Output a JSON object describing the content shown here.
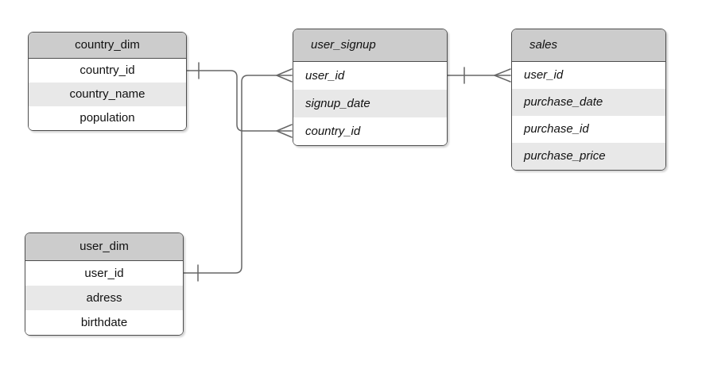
{
  "diagram": {
    "title": "star-schema-er-diagram",
    "colors": {
      "background": "#ffffff",
      "header_fill": "#cccccc",
      "row_fill": "#ffffff",
      "row_alt_fill": "#e8e8e8",
      "border": "#4d4d4d",
      "connector": "#666666",
      "text": "#111111"
    },
    "tables": [
      {
        "title": "country_dim",
        "text_style": "plain-centered",
        "fields": [
          "country_id",
          "country_name",
          "population"
        ]
      },
      {
        "title": "user_signup",
        "text_style": "italic-left",
        "fields": [
          "user_id",
          "signup_date",
          "country_id"
        ]
      },
      {
        "title": "sales",
        "text_style": "italic-left",
        "fields": [
          "user_id",
          "purchase_date",
          "purchase_id",
          "purchase_price"
        ]
      },
      {
        "title": "user_dim",
        "text_style": "plain-centered",
        "fields": [
          "user_id",
          "adress",
          "birthdate"
        ]
      }
    ],
    "relationships": [
      {
        "from": "country_dim.country_id",
        "from_cardinality": "one",
        "to": "user_signup.country_id",
        "to_cardinality": "many",
        "notation": "crow-foot"
      },
      {
        "from": "user_dim.user_id",
        "from_cardinality": "one",
        "to": "user_signup.user_id",
        "to_cardinality": "many",
        "notation": "crow-foot"
      },
      {
        "from": "user_signup.user_id",
        "from_cardinality": "one",
        "to": "sales.user_id",
        "to_cardinality": "many",
        "notation": "crow-foot"
      }
    ]
  }
}
